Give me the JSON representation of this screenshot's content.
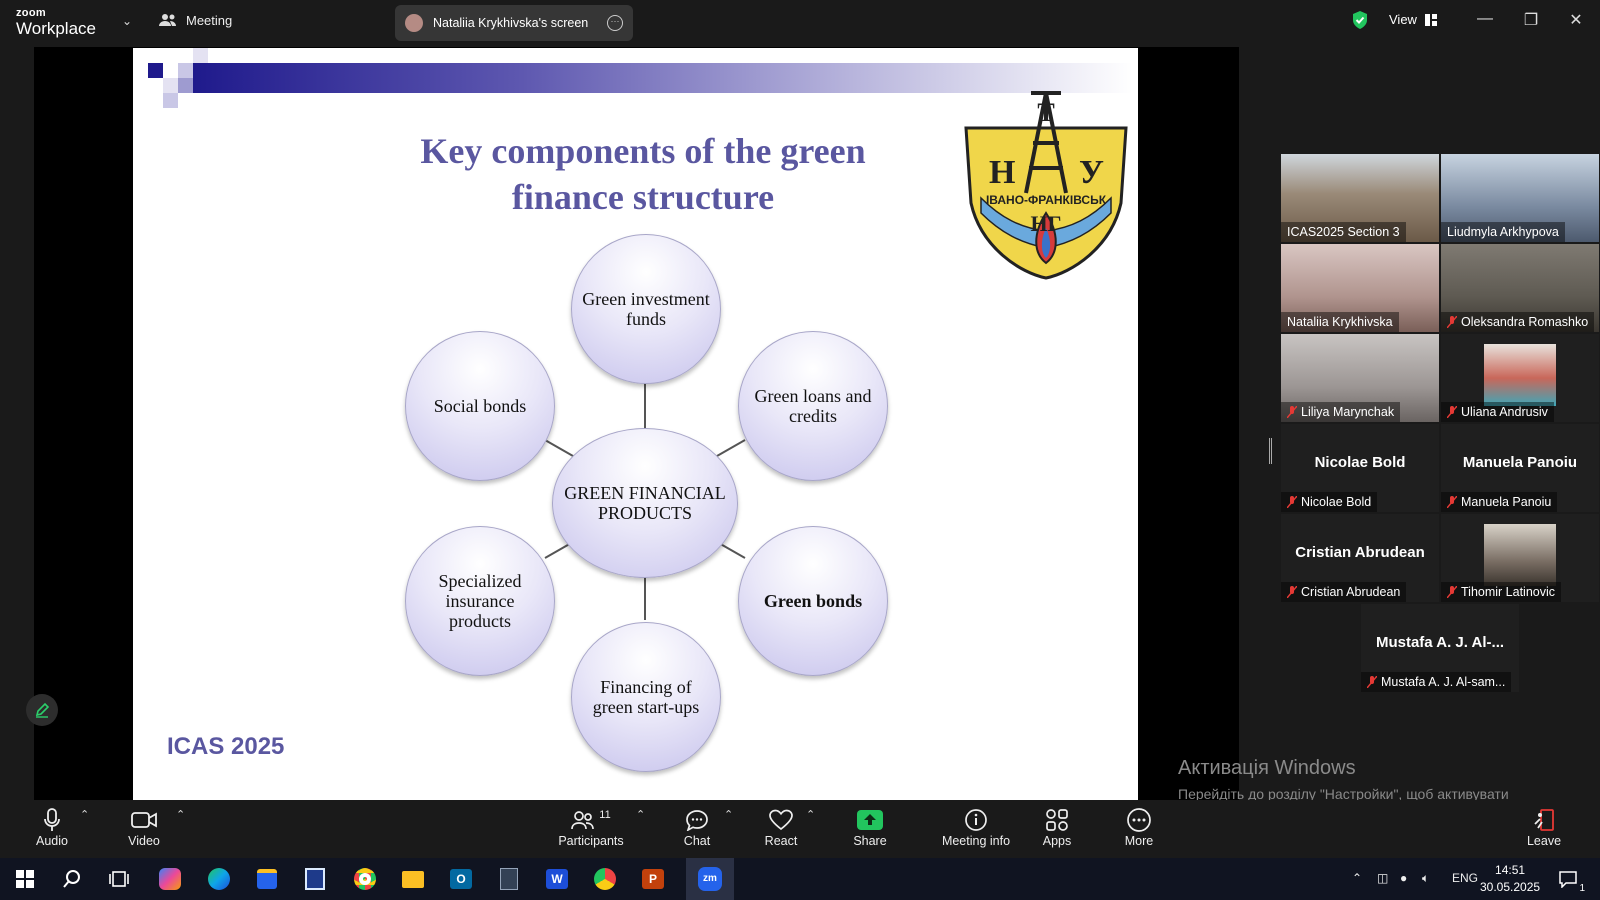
{
  "topbar": {
    "brand_line1": "zoom",
    "brand_line2": "Workplace",
    "meeting_label": "Meeting",
    "screen_share_label": "Nataliia Krykhivska's screen",
    "view_label": "View"
  },
  "slide": {
    "title": "Key components of the green finance structure",
    "center": "GREEN FINANCIAL PRODUCTS",
    "nodes": [
      "Green investment funds",
      "Green loans and credits",
      "Green bonds",
      "Financing of green start-ups",
      "Specialized insurance products",
      "Social bonds"
    ],
    "footer": "ICAS 2025",
    "logo_text": {
      "top_left": "Н",
      "top_right": "У",
      "arc": "ІВАНО-ФРАНКІВСЬК",
      "middle": "НГ",
      "tower_letter": "Т"
    }
  },
  "participants": [
    {
      "name": "ICAS2025 Section 3",
      "muted": false,
      "video": true,
      "bg": "#8a7e70"
    },
    {
      "name": "Liudmyla Arkhypova",
      "muted": false,
      "video": true,
      "bg": "#6e7e92"
    },
    {
      "name": "Nataliia Krykhivska",
      "muted": false,
      "video": true,
      "bg": "#b0948e"
    },
    {
      "name": "Oleksandra Romashko",
      "muted": true,
      "video": true,
      "bg": "#5e5a52"
    },
    {
      "name": "Liliya Marynchak",
      "muted": true,
      "video": true,
      "bg": "#9c9694"
    },
    {
      "name": "Uliana Andrusiv",
      "muted": true,
      "video": true,
      "bg": "#c9675a"
    },
    {
      "name": "Nicolae Bold",
      "muted": true,
      "video": false,
      "display": "Nicolae Bold"
    },
    {
      "name": "Manuela Panoiu",
      "muted": true,
      "video": false,
      "display": "Manuela Panoiu"
    },
    {
      "name": "Cristian Abrudean",
      "muted": true,
      "video": false,
      "display": "Cristian Abrudean"
    },
    {
      "name": "Tihomir Latinovic",
      "muted": true,
      "video": true,
      "bg": "#7a6e64"
    },
    {
      "name": "Mustafa A. J. Al-sam...",
      "muted": true,
      "video": false,
      "display": "Mustafa A. J. Al-..."
    }
  ],
  "watermark": {
    "title": "Активація Windows",
    "body": "Перейдіть до розділу \"Настройки\", щоб активувати Windows."
  },
  "toolbar": {
    "audio": "Audio",
    "video": "Video",
    "participants": "Participants",
    "participants_count": "11",
    "chat": "Chat",
    "react": "React",
    "share": "Share",
    "meeting_info": "Meeting info",
    "apps": "Apps",
    "more": "More",
    "leave": "Leave"
  },
  "taskbar": {
    "lang": "ENG",
    "time": "14:51",
    "date": "30.05.2025",
    "notifications": "1"
  }
}
